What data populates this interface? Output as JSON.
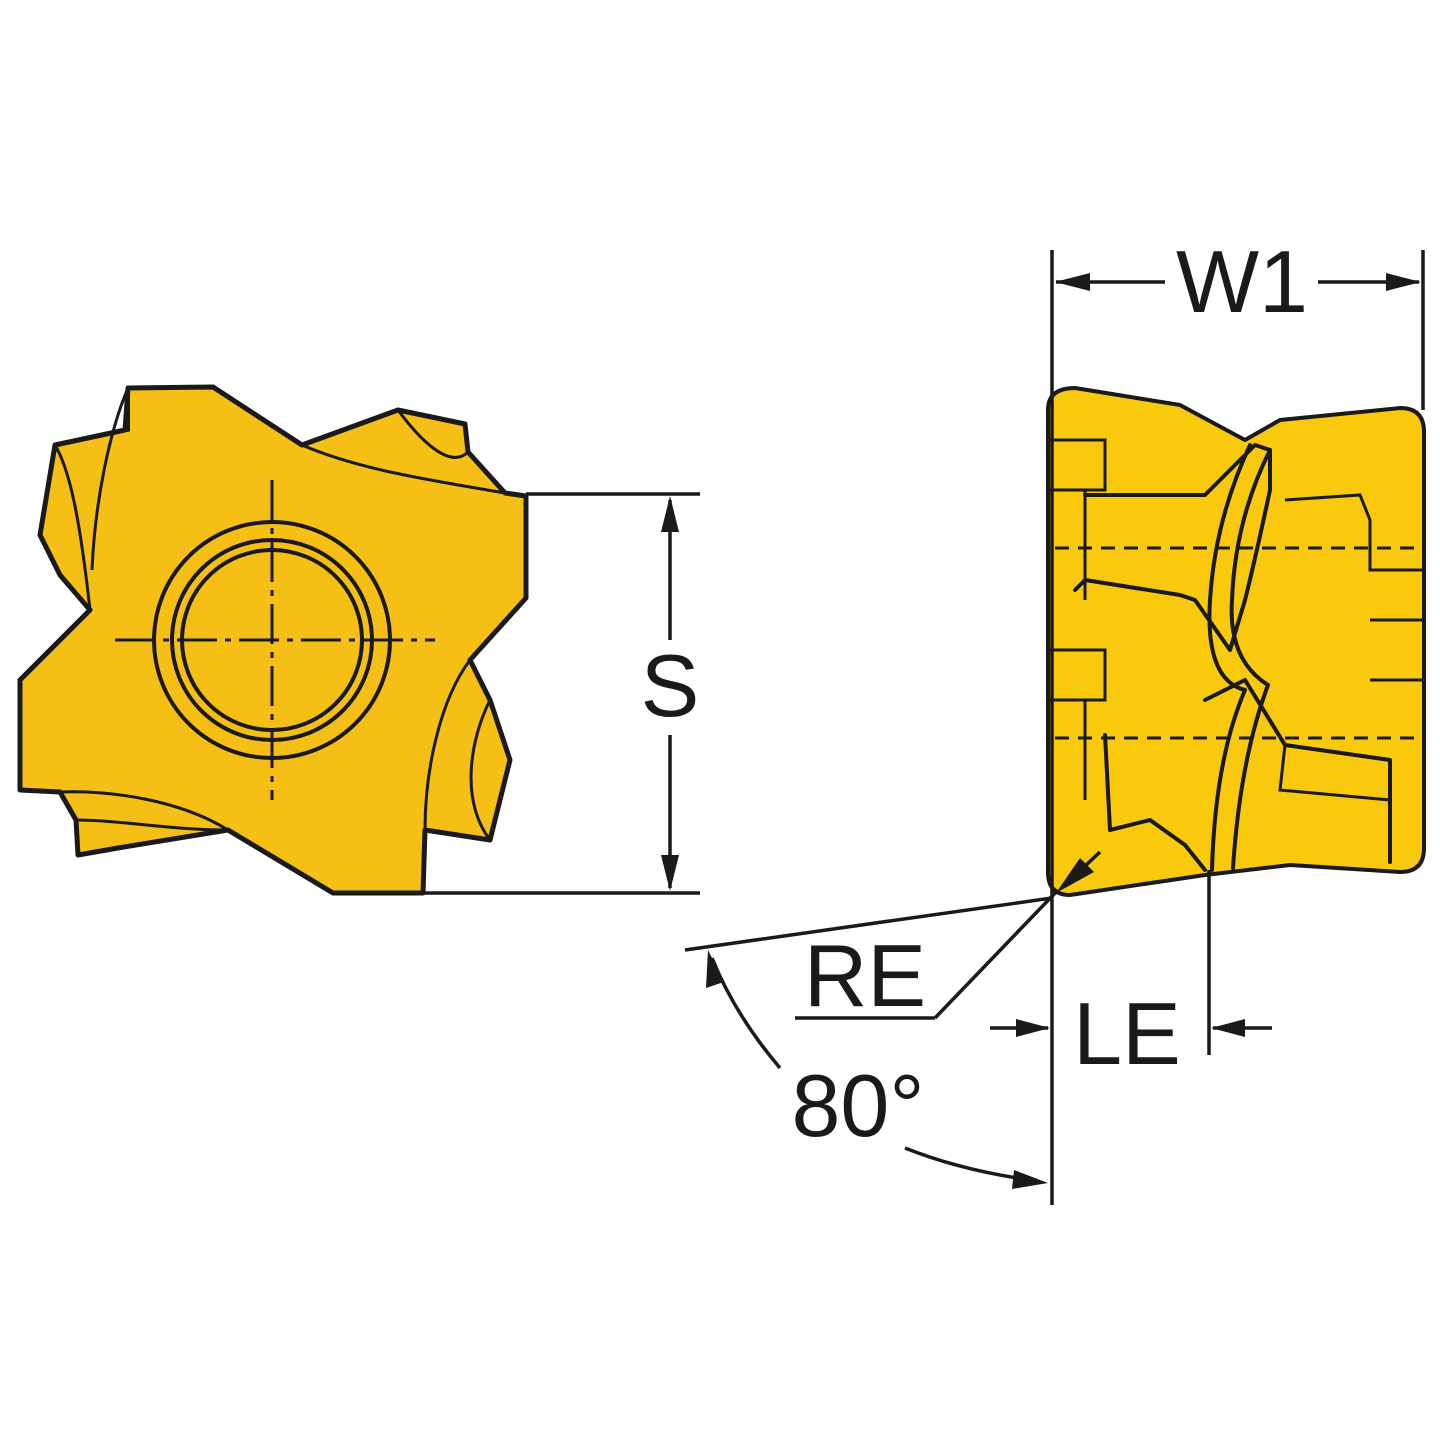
{
  "diagram": {
    "colors": {
      "insert": "#f5bf16",
      "insert_light": "#f9c90e",
      "line": "#1a1a1a",
      "background": "#ffffff"
    },
    "labels": {
      "s": "S",
      "w1": "W1",
      "re": "RE",
      "le": "LE",
      "angle": "80°"
    }
  }
}
